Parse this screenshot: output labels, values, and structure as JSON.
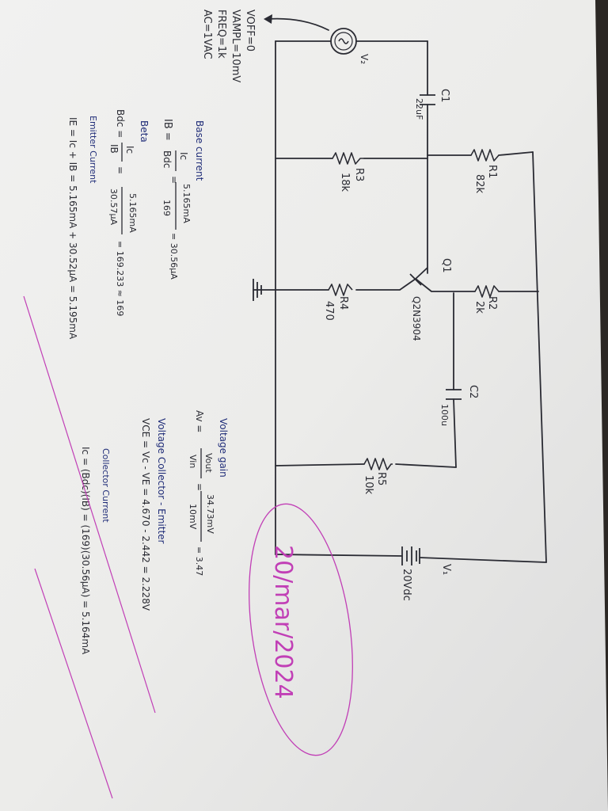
{
  "source": {
    "vname": "V₂",
    "params": [
      "VOFF=0",
      "VAMPL=10mV",
      "FREQ=1k",
      "AC=1VAC"
    ]
  },
  "components": {
    "c1": {
      "name": "C1",
      "value": "22uF"
    },
    "c2": {
      "name": "C2",
      "value": "100u"
    },
    "r1": {
      "name": "R1",
      "value": "82k"
    },
    "r2": {
      "name": "R2",
      "value": "2k"
    },
    "r3": {
      "name": "R3",
      "value": "18k"
    },
    "r4": {
      "name": "R4",
      "value": "470"
    },
    "r5": {
      "name": "R5",
      "value": "10k"
    },
    "q1": {
      "name": "Q1",
      "model": "Q2N3904"
    },
    "v1": {
      "name": "V₁",
      "value": "20Vdc"
    }
  },
  "calculations": {
    "base_current": {
      "title": "Base current",
      "lhs": "IB =",
      "frac1_num": "Ic",
      "frac1_den": "Bdc",
      "frac2_num": "5.165mA",
      "frac2_den": "169",
      "result": "= 30.56μA"
    },
    "beta": {
      "title": "Beta",
      "lhs": "Bdc =",
      "frac1_num": "Ic",
      "frac1_den": "IB",
      "frac2_num": "5.165mA",
      "frac2_den": "30.57μA",
      "result": "= 169.233 ≈ 169"
    },
    "emitter_current": {
      "title": "Emitter Current",
      "expr": "IE = Ic + IB = 5.165mA + 30.52μA = 5.195mA"
    },
    "voltage_gain": {
      "title": "Voltage gain",
      "lhs": "Av =",
      "frac1_num": "Vout",
      "frac1_den": "Vin",
      "frac2_num": "34.73mV",
      "frac2_den": "10mV",
      "result": "= 3.47"
    },
    "vce": {
      "title": "Voltage Collector - Emitter",
      "expr": "VCE = Vc - VE = 4.670 - 2.442 = 2.228V"
    },
    "collector_current": {
      "title": "Collector Current",
      "expr": "Ic = (Bdc)(IB) = (169)(30.56μA) = 5.164mA"
    }
  },
  "date": "20/mar/2024"
}
